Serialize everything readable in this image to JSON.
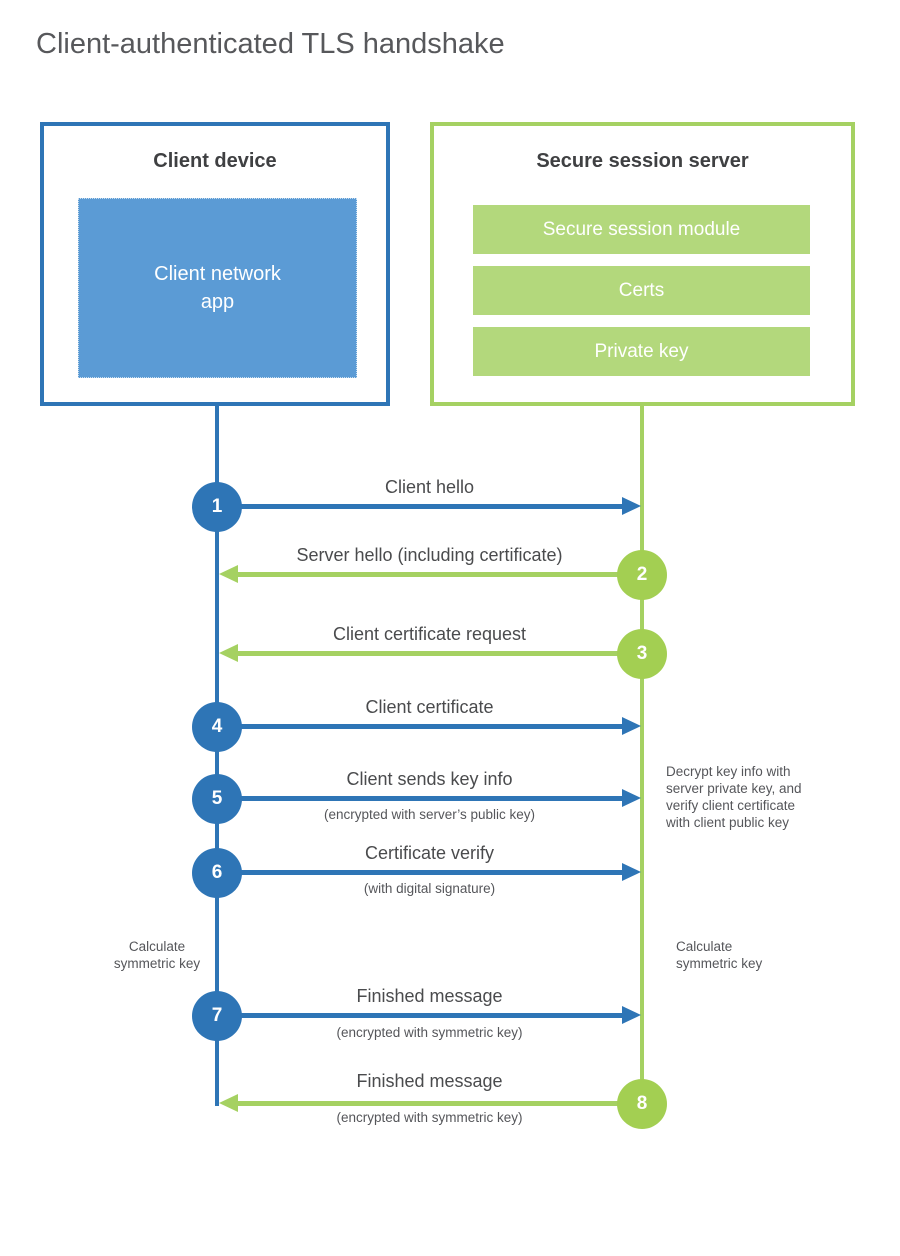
{
  "title": "Client-authenticated TLS handshake",
  "colors": {
    "blue": "#2e75b6",
    "blue_fill": "#5b9bd5",
    "green": "#a5d162",
    "green_circle": "#a3cf52",
    "green_fill": "#b3d87c",
    "text_dark": "#3f4042",
    "text_label": "#4a4b4d",
    "text_muted": "#55565a"
  },
  "client_box": {
    "title": "Client device",
    "app_label": "Client network\napp"
  },
  "server_box": {
    "title": "Secure session server",
    "modules": [
      "Secure session module",
      "Certs",
      "Private key"
    ]
  },
  "steps": [
    {
      "num": "1",
      "direction": "client-to-server",
      "label": "Client hello"
    },
    {
      "num": "2",
      "direction": "server-to-client",
      "label": "Server hello (including certificate)"
    },
    {
      "num": "3",
      "direction": "server-to-client",
      "label": "Client certificate request"
    },
    {
      "num": "4",
      "direction": "client-to-server",
      "label": "Client certificate"
    },
    {
      "num": "5",
      "direction": "client-to-server",
      "label": "Client sends key info",
      "sub": "(encrypted with server’s public key)"
    },
    {
      "num": "6",
      "direction": "client-to-server",
      "label": "Certificate verify",
      "sub": "(with digital signature)"
    },
    {
      "num": "7",
      "direction": "client-to-server",
      "label": "Finished message",
      "sub": "(encrypted with symmetric key)"
    },
    {
      "num": "8",
      "direction": "server-to-client",
      "label": "Finished message",
      "sub": "(encrypted with symmetric key)"
    }
  ],
  "annotations": {
    "decrypt_note": "Decrypt key info with\nserver private key, and\nverify client certificate\nwith client public key",
    "calc_left": "Calculate\nsymmetric key",
    "calc_right": "Calculate\nsymmetric key"
  }
}
